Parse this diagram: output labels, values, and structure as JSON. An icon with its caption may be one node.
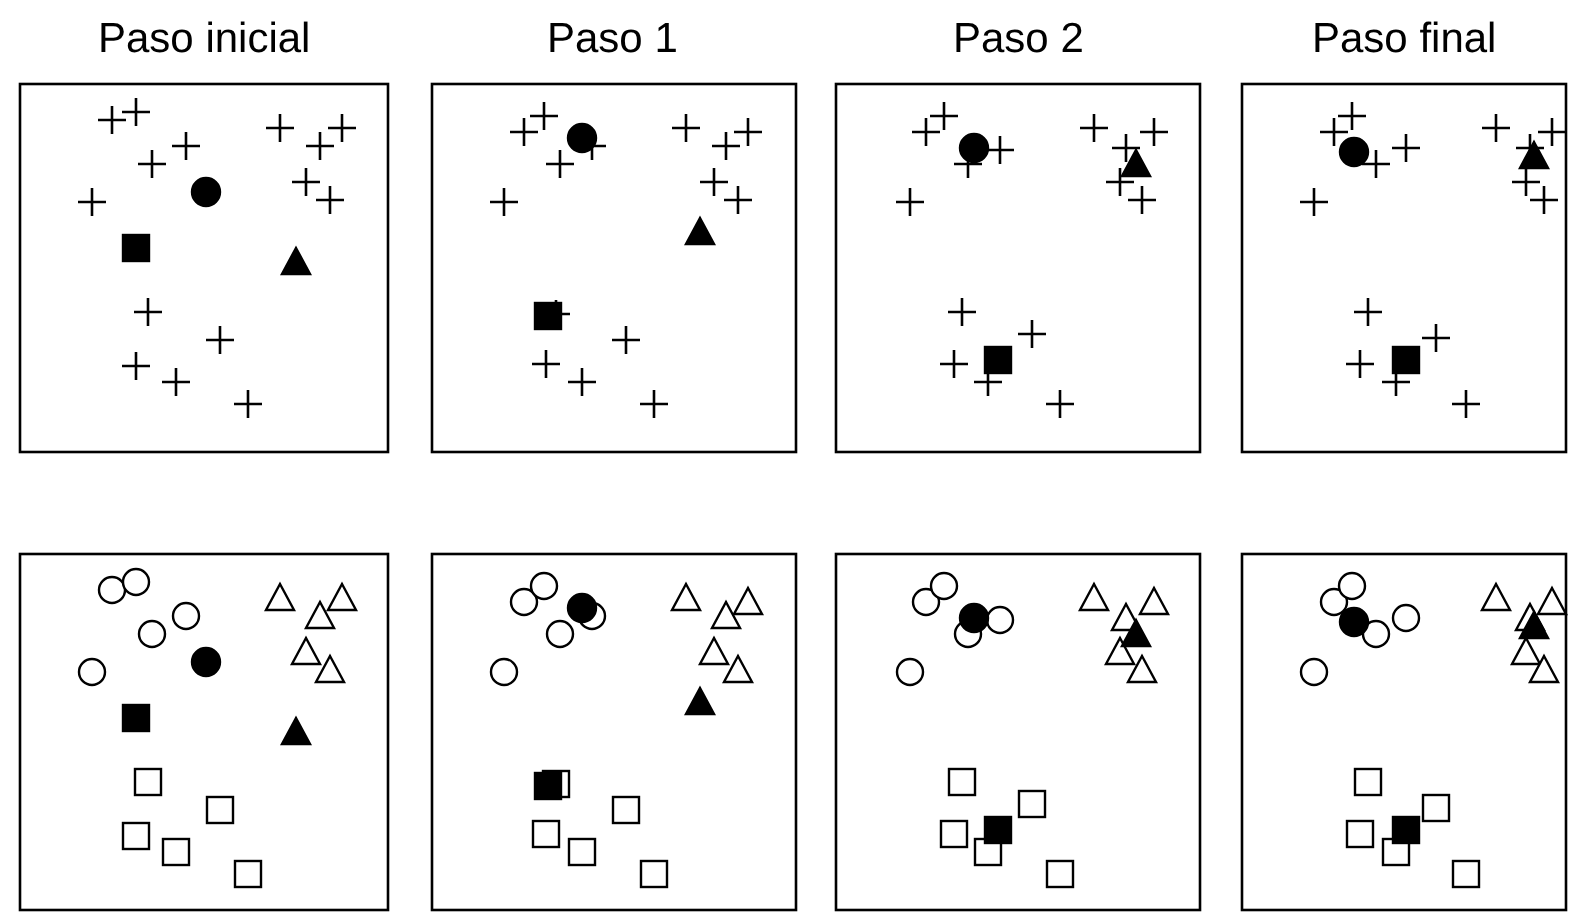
{
  "diagram": {
    "labels": [
      "Paso inicial",
      "Paso 1",
      "Paso 2",
      "Paso final"
    ]
  }
}
